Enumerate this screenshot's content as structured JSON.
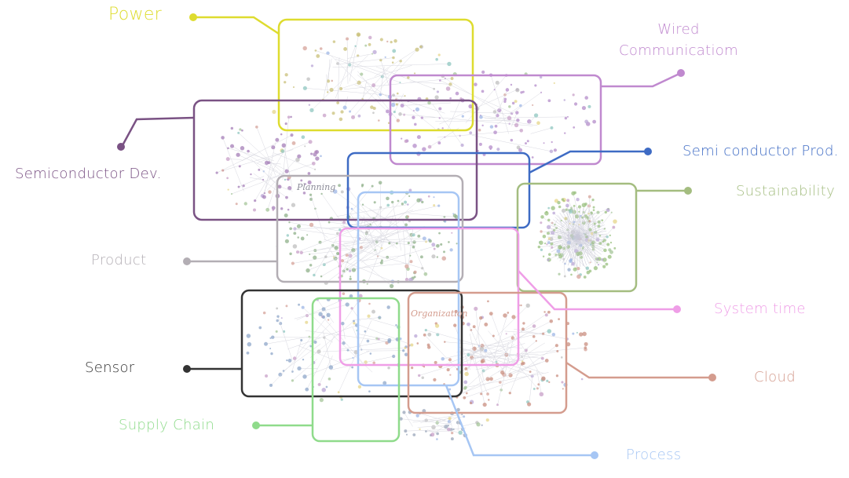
{
  "colors": {
    "power": "#dedc2f",
    "wired_communication": "#c089cf",
    "semiconductor_dev": "#7a5284",
    "semiconductor_prod": "#3e6bc4",
    "sustainability": "#a4bd80",
    "product": "#b3aeb4",
    "system_time": "#ef9ee7",
    "sensor": "#333333",
    "cloud": "#d49c8e",
    "supply_chain": "#8fdb8b",
    "process": "#a6c6f4",
    "planning_label": "#8b8b98",
    "organization_label": "#d49c8e"
  },
  "labels": {
    "power": "Power",
    "wired_communication_line1": "Wired",
    "wired_communication_line2": "Communicatiom",
    "semiconductor_dev": "Semiconductor Dev.",
    "semiconductor_prod": "Semi conductor Prod.",
    "sustainability": "Sustainability",
    "product": "Product",
    "system_time": "System time",
    "sensor": "Sensor",
    "cloud": "Cloud",
    "supply_chain": "Supply Chain",
    "process": "Process"
  },
  "inner_labels": {
    "planning": "Planning",
    "organization": "Organization"
  }
}
